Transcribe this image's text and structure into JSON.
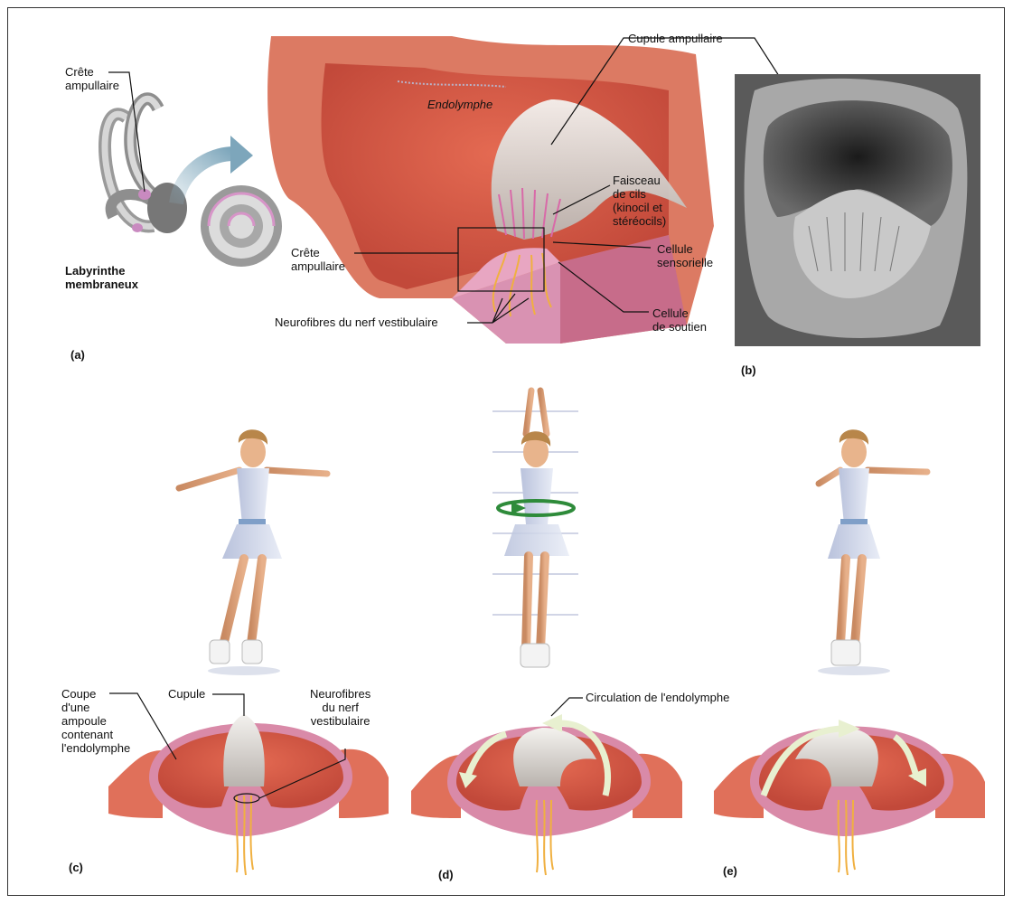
{
  "panel_a": {
    "tag": "(a)",
    "crete_ampullaire_small": "Crête\nampullaire",
    "labyrinthe": "Labyrinthe\nmembraneux",
    "endolymphe": "Endolymphe",
    "cupule_ampullaire": "Cupule ampullaire",
    "faisceau": "Faisceau\nde cils\n(kinocil et\nstéréocils)",
    "cellule_sensorielle": "Cellule\nsensorielle",
    "crete_ampullaire": "Crête\nampullaire",
    "cellule_soutien": "Cellule\nde soutien",
    "neurofibres": "Neurofibres du nerf vestibulaire"
  },
  "panel_b": {
    "tag": "(b)"
  },
  "panel_c": {
    "tag": "(c)",
    "coupe": "Coupe\nd'une\nampoule\ncontenant\nl'endolymphe",
    "cupule": "Cupule",
    "neurofibres": "Neurofibres\ndu nerf\nvestibulaire"
  },
  "panel_d": {
    "tag": "(d)",
    "circulation": "Circulation de l'endolymphe"
  },
  "panel_e": {
    "tag": "(e)"
  },
  "colors": {
    "tissue": "#e0705a",
    "endolymph": "#d65a45",
    "wall_pink": "#d98aa8",
    "cupula": "#e6e2de",
    "nerve": "#f0b040",
    "arrow_green": "#2e8b3a",
    "flow_arrow": "#e8f0d0"
  }
}
